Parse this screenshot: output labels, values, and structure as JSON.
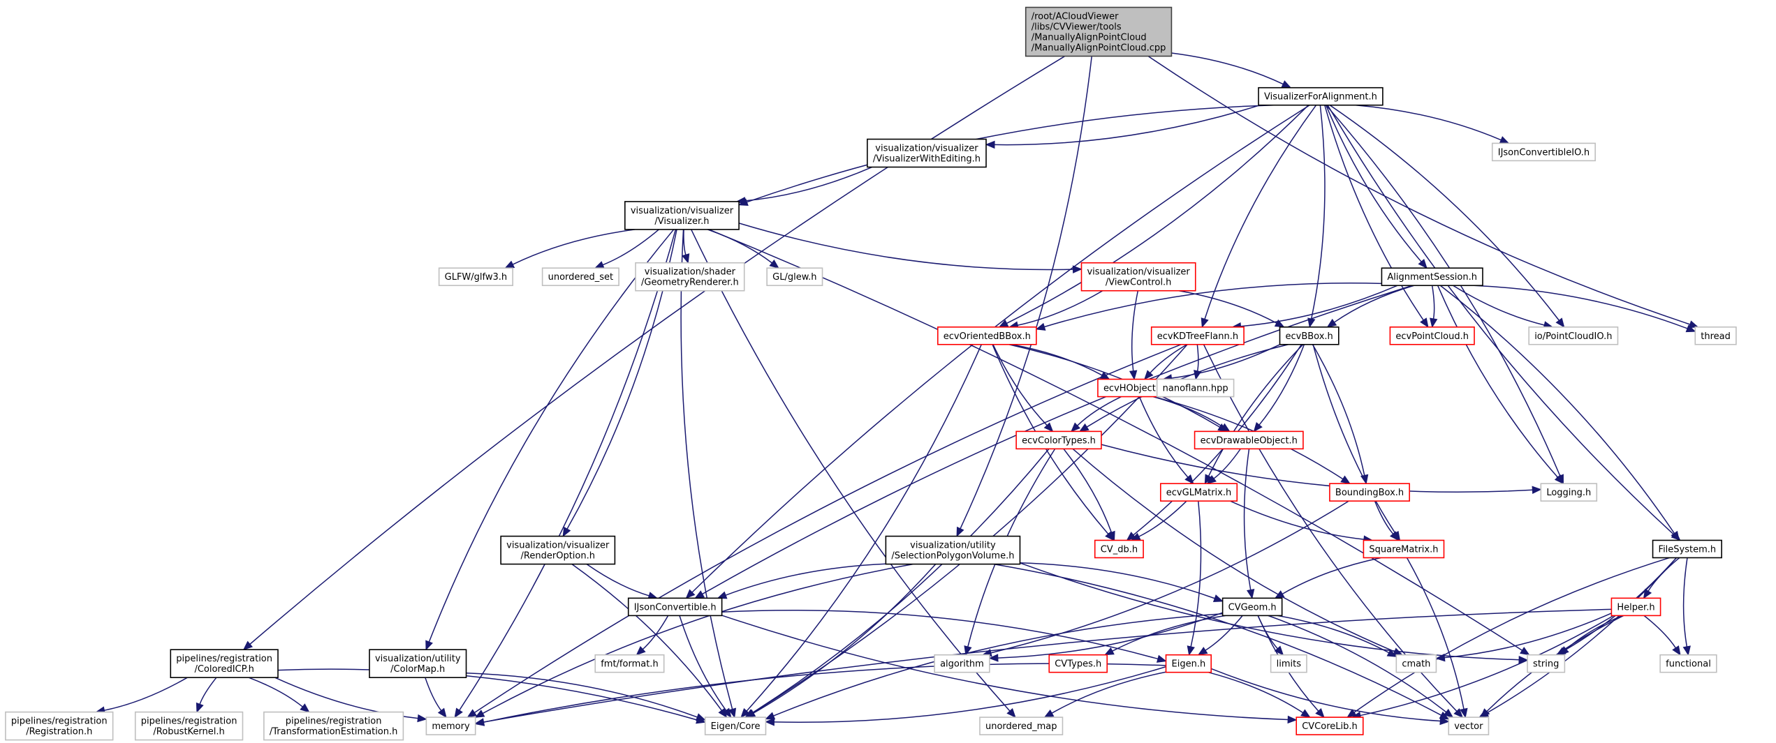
{
  "diagram": {
    "type": "include-dependency-graph",
    "edge_color": "#191970",
    "legend_colors": {
      "root_fill": "#bfbfbf",
      "documented_border": "#000000",
      "external_border": "#bfbfbf",
      "truncated_border": "#ff0000"
    },
    "nodes": [
      {
        "id": "root",
        "kind": "root",
        "lines": [
          "/root/ACloudViewer",
          "/libs/CVViewer/tools",
          "/ManuallyAlignPointCloud",
          "/ManuallyAlignPointCloud.cpp"
        ]
      },
      {
        "id": "vfa",
        "kind": "doc",
        "lines": [
          "VisualizerForAlignment.h"
        ]
      },
      {
        "id": "vwe",
        "kind": "doc",
        "lines": [
          "visualization/visualizer",
          "/VisualizerWithEditing.h"
        ]
      },
      {
        "id": "ijcio",
        "kind": "ext",
        "lines": [
          "IJsonConvertibleIO.h"
        ]
      },
      {
        "id": "vis",
        "kind": "doc",
        "lines": [
          "visualization/visualizer",
          "/Visualizer.h"
        ]
      },
      {
        "id": "glfw",
        "kind": "ext",
        "lines": [
          "GLFW/glfw3.h"
        ]
      },
      {
        "id": "uset",
        "kind": "ext",
        "lines": [
          "unordered_set"
        ]
      },
      {
        "id": "georend",
        "kind": "ext",
        "lines": [
          "visualization/shader",
          "/GeometryRenderer.h"
        ]
      },
      {
        "id": "glew",
        "kind": "ext",
        "lines": [
          "GL/glew.h"
        ]
      },
      {
        "id": "viewctl",
        "kind": "trunc",
        "lines": [
          "visualization/visualizer",
          "/ViewControl.h"
        ]
      },
      {
        "id": "aligns",
        "kind": "doc",
        "lines": [
          "AlignmentSession.h"
        ]
      },
      {
        "id": "obb",
        "kind": "trunc",
        "lines": [
          "ecvOrientedBBox.h"
        ]
      },
      {
        "id": "kdt",
        "kind": "trunc",
        "lines": [
          "ecvKDTreeFlann.h"
        ]
      },
      {
        "id": "bbox",
        "kind": "doc",
        "lines": [
          "ecvBBox.h"
        ]
      },
      {
        "id": "pcl",
        "kind": "trunc",
        "lines": [
          "ecvPointCloud.h"
        ]
      },
      {
        "id": "pcio",
        "kind": "ext",
        "lines": [
          "io/PointCloudIO.h"
        ]
      },
      {
        "id": "thread",
        "kind": "ext",
        "lines": [
          "thread"
        ]
      },
      {
        "id": "hobj",
        "kind": "trunc",
        "lines": [
          "ecvHObject.h"
        ]
      },
      {
        "id": "nano",
        "kind": "ext",
        "lines": [
          "nanoflann.hpp"
        ]
      },
      {
        "id": "ctypes",
        "kind": "trunc",
        "lines": [
          "ecvColorTypes.h"
        ]
      },
      {
        "id": "drawable",
        "kind": "trunc",
        "lines": [
          "ecvDrawableObject.h"
        ]
      },
      {
        "id": "glmat",
        "kind": "trunc",
        "lines": [
          "ecvGLMatrix.h"
        ]
      },
      {
        "id": "bbh",
        "kind": "trunc",
        "lines": [
          "BoundingBox.h"
        ]
      },
      {
        "id": "logging",
        "kind": "ext",
        "lines": [
          "Logging.h"
        ]
      },
      {
        "id": "renderopt",
        "kind": "doc",
        "lines": [
          "visualization/visualizer",
          "/RenderOption.h"
        ]
      },
      {
        "id": "selpoly",
        "kind": "doc",
        "lines": [
          "visualization/utility",
          "/SelectionPolygonVolume.h"
        ]
      },
      {
        "id": "cvdb",
        "kind": "trunc",
        "lines": [
          "CV_db.h"
        ]
      },
      {
        "id": "sqm",
        "kind": "trunc",
        "lines": [
          "SquareMatrix.h"
        ]
      },
      {
        "id": "fs",
        "kind": "doc",
        "lines": [
          "FileSystem.h"
        ]
      },
      {
        "id": "ijc",
        "kind": "doc",
        "lines": [
          "IJsonConvertible.h"
        ]
      },
      {
        "id": "cvgeom",
        "kind": "doc",
        "lines": [
          "CVGeom.h"
        ]
      },
      {
        "id": "helper",
        "kind": "trunc",
        "lines": [
          "Helper.h"
        ]
      },
      {
        "id": "coloredicp",
        "kind": "doc",
        "lines": [
          "pipelines/registration",
          "/ColoredICP.h"
        ]
      },
      {
        "id": "colormap",
        "kind": "doc",
        "lines": [
          "visualization/utility",
          "/ColorMap.h"
        ]
      },
      {
        "id": "fmt",
        "kind": "ext",
        "lines": [
          "fmt/format.h"
        ]
      },
      {
        "id": "algorithm",
        "kind": "ext",
        "lines": [
          "algorithm"
        ]
      },
      {
        "id": "cvtypes",
        "kind": "trunc",
        "lines": [
          "CVTypes.h"
        ]
      },
      {
        "id": "eigenh",
        "kind": "trunc",
        "lines": [
          "Eigen.h"
        ]
      },
      {
        "id": "limits",
        "kind": "ext",
        "lines": [
          "limits"
        ]
      },
      {
        "id": "cmath",
        "kind": "ext",
        "lines": [
          "cmath"
        ]
      },
      {
        "id": "string",
        "kind": "ext",
        "lines": [
          "string"
        ]
      },
      {
        "id": "functional",
        "kind": "ext",
        "lines": [
          "functional"
        ]
      },
      {
        "id": "reg",
        "kind": "ext",
        "lines": [
          "pipelines/registration",
          "/Registration.h"
        ]
      },
      {
        "id": "robust",
        "kind": "ext",
        "lines": [
          "pipelines/registration",
          "/RobustKernel.h"
        ]
      },
      {
        "id": "transest",
        "kind": "ext",
        "lines": [
          "pipelines/registration",
          "/TransformationEstimation.h"
        ]
      },
      {
        "id": "memory",
        "kind": "ext",
        "lines": [
          "memory"
        ]
      },
      {
        "id": "eigencore",
        "kind": "ext",
        "lines": [
          "Eigen/Core"
        ]
      },
      {
        "id": "umap",
        "kind": "ext",
        "lines": [
          "unordered_map"
        ]
      },
      {
        "id": "corelib",
        "kind": "trunc",
        "lines": [
          "CVCoreLib.h"
        ]
      },
      {
        "id": "vector",
        "kind": "ext",
        "lines": [
          "vector"
        ]
      }
    ],
    "edges": [
      [
        "root",
        "vfa"
      ],
      [
        "root",
        "coloredicp"
      ],
      [
        "root",
        "selpoly"
      ],
      [
        "root",
        "thread"
      ],
      [
        "vfa",
        "vwe"
      ],
      [
        "vfa",
        "vis"
      ],
      [
        "vfa",
        "ijcio"
      ],
      [
        "vfa",
        "aligns"
      ],
      [
        "vfa",
        "obb"
      ],
      [
        "vfa",
        "kdt"
      ],
      [
        "vfa",
        "bbox"
      ],
      [
        "vfa",
        "pcl"
      ],
      [
        "vfa",
        "pcio"
      ],
      [
        "vfa",
        "fs"
      ],
      [
        "vfa",
        "logging"
      ],
      [
        "vfa",
        "ijc"
      ],
      [
        "vwe",
        "vis"
      ],
      [
        "vis",
        "glfw"
      ],
      [
        "vis",
        "uset"
      ],
      [
        "vis",
        "georend"
      ],
      [
        "vis",
        "glew"
      ],
      [
        "vis",
        "viewctl"
      ],
      [
        "vis",
        "renderopt"
      ],
      [
        "vis",
        "colormap"
      ],
      [
        "vis",
        "memory"
      ],
      [
        "vis",
        "eigencore"
      ],
      [
        "vis",
        "string"
      ],
      [
        "vis",
        "umap"
      ],
      [
        "viewctl",
        "obb"
      ],
      [
        "viewctl",
        "hobj"
      ],
      [
        "viewctl",
        "bbox"
      ],
      [
        "aligns",
        "obb"
      ],
      [
        "aligns",
        "kdt"
      ],
      [
        "aligns",
        "bbox"
      ],
      [
        "aligns",
        "pcl"
      ],
      [
        "aligns",
        "pcio"
      ],
      [
        "aligns",
        "thread"
      ],
      [
        "aligns",
        "logging"
      ],
      [
        "aligns",
        "fs"
      ],
      [
        "aligns",
        "ijc"
      ],
      [
        "obb",
        "hobj"
      ],
      [
        "obb",
        "ctypes"
      ],
      [
        "obb",
        "drawable"
      ],
      [
        "obb",
        "cvdb"
      ],
      [
        "obb",
        "eigencore"
      ],
      [
        "kdt",
        "hobj"
      ],
      [
        "kdt",
        "nano"
      ],
      [
        "kdt",
        "memory"
      ],
      [
        "kdt",
        "eigencore"
      ],
      [
        "kdt",
        "vector"
      ],
      [
        "bbox",
        "hobj"
      ],
      [
        "bbox",
        "ctypes"
      ],
      [
        "bbox",
        "drawable"
      ],
      [
        "bbox",
        "glmat"
      ],
      [
        "bbox",
        "bbh"
      ],
      [
        "bbox",
        "sqm"
      ],
      [
        "bbox",
        "cvdb"
      ],
      [
        "hobj",
        "ctypes"
      ],
      [
        "hobj",
        "drawable"
      ],
      [
        "hobj",
        "glmat"
      ],
      [
        "hobj",
        "bbh"
      ],
      [
        "ctypes",
        "logging"
      ],
      [
        "ctypes",
        "cvdb"
      ],
      [
        "ctypes",
        "algorithm"
      ],
      [
        "ctypes",
        "eigencore"
      ],
      [
        "ctypes",
        "cmath"
      ],
      [
        "drawable",
        "glmat"
      ],
      [
        "drawable",
        "cvgeom"
      ],
      [
        "glmat",
        "cvdb"
      ],
      [
        "glmat",
        "sqm"
      ],
      [
        "glmat",
        "eigenh"
      ],
      [
        "bbh",
        "sqm"
      ],
      [
        "bbh",
        "algorithm"
      ],
      [
        "sqm",
        "cvgeom"
      ],
      [
        "sqm",
        "vector"
      ],
      [
        "renderopt",
        "ijc"
      ],
      [
        "renderopt",
        "eigencore"
      ],
      [
        "selpoly",
        "ijc"
      ],
      [
        "selpoly",
        "cvgeom"
      ],
      [
        "selpoly",
        "memory"
      ],
      [
        "selpoly",
        "eigencore"
      ],
      [
        "selpoly",
        "string"
      ],
      [
        "selpoly",
        "vector"
      ],
      [
        "fs",
        "helper"
      ],
      [
        "fs",
        "string"
      ],
      [
        "fs",
        "functional"
      ],
      [
        "fs",
        "vector"
      ],
      [
        "fs",
        "corelib"
      ],
      [
        "ijc",
        "fmt"
      ],
      [
        "ijc",
        "eigencore"
      ],
      [
        "ijc",
        "eigenh"
      ],
      [
        "ijc",
        "corelib"
      ],
      [
        "cvgeom",
        "algorithm"
      ],
      [
        "cvgeom",
        "cvtypes"
      ],
      [
        "cvgeom",
        "eigenh"
      ],
      [
        "cvgeom",
        "limits"
      ],
      [
        "cvgeom",
        "cmath"
      ],
      [
        "cvgeom",
        "corelib"
      ],
      [
        "cvgeom",
        "vector"
      ],
      [
        "cvgeom",
        "eigencore"
      ],
      [
        "helper",
        "cmath"
      ],
      [
        "helper",
        "string"
      ],
      [
        "helper",
        "functional"
      ],
      [
        "helper",
        "vector"
      ],
      [
        "helper",
        "corelib"
      ],
      [
        "helper",
        "memory"
      ],
      [
        "coloredicp",
        "reg"
      ],
      [
        "coloredicp",
        "robust"
      ],
      [
        "coloredicp",
        "transest"
      ],
      [
        "coloredicp",
        "memory"
      ],
      [
        "coloredicp",
        "eigencore"
      ],
      [
        "colormap",
        "memory"
      ],
      [
        "colormap",
        "eigencore"
      ],
      [
        "eigenh",
        "memory"
      ],
      [
        "eigenh",
        "eigencore"
      ],
      [
        "eigenh",
        "umap"
      ],
      [
        "eigenh",
        "corelib"
      ],
      [
        "eigenh",
        "vector"
      ]
    ]
  }
}
